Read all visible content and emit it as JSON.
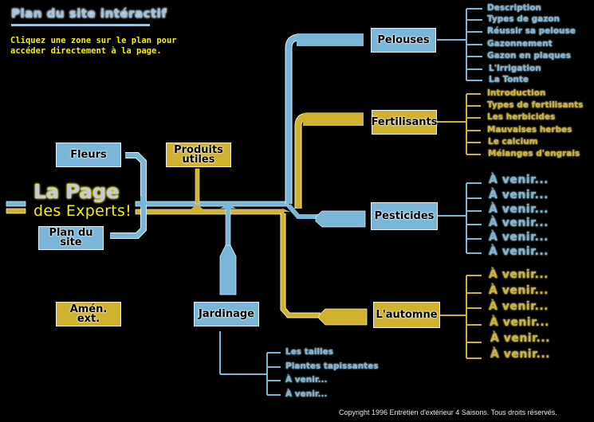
{
  "header": {
    "title": "Plan du site intéractif",
    "instructions_line1": "Cliquez une zone sur le plan pour",
    "instructions_line2": "accéder directement à la page."
  },
  "logo": {
    "line1": "La Page",
    "line2": "des Experts!"
  },
  "colors": {
    "blue": "#7ab6d8",
    "gold": "#cfb22e",
    "background": "#000000",
    "instruction_yellow": "#f5f000"
  },
  "nodes": {
    "fleurs": "Fleurs",
    "plan_du_site": "Plan du site",
    "produits_utiles_1": "Produits",
    "produits_utiles_2": "utiles",
    "amen_ext_1": "Amén.",
    "amen_ext_2": "ext.",
    "jardinage": "Jardinage",
    "pelouses": "Pelouses",
    "fertilisants": "Fertilisants",
    "pesticides": "Pesticides",
    "automne": "L'automne"
  },
  "pelouses_items": [
    "Description",
    "Types de gazon",
    "Réussir sa pelouse",
    "Gazonnement",
    "Gazon en plaques",
    "L'Irrigation",
    "La Tonte"
  ],
  "fertilisants_items": [
    "Introduction",
    "Types de fertilisants",
    "Les herbicides",
    "Mauvaises herbes",
    "Le calcium",
    "Mélanges d'engrais"
  ],
  "pesticides_items": [
    "À venir...",
    "À venir...",
    "À venir...",
    "À venir...",
    "À venir...",
    "À venir..."
  ],
  "automne_items": [
    "À venir...",
    "À venir...",
    "À venir...",
    "À venir...",
    "À venir...",
    "À venir..."
  ],
  "jardinage_items": [
    "Les tailles",
    "Plantes tapissantes",
    "À venir...",
    "À venir..."
  ],
  "footer": {
    "copyright": "Copyright 1996  Entretien d'extérieur 4 Saisons. Tous droits réservés."
  }
}
